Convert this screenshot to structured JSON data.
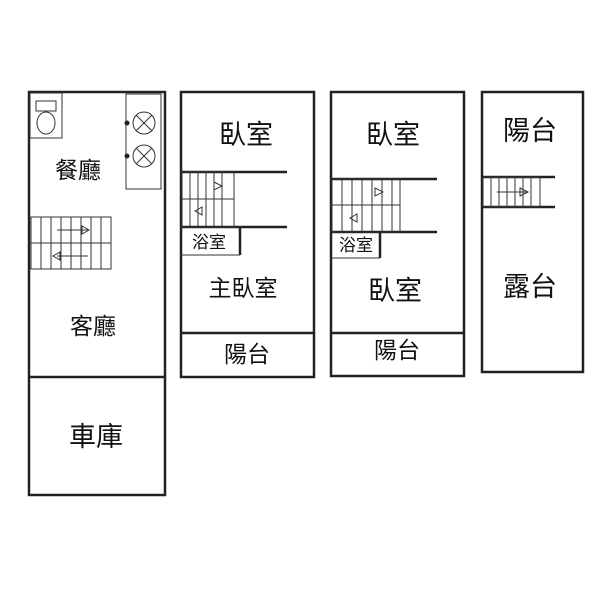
{
  "floor1": {
    "dining": "餐廳",
    "living": "客廳",
    "garage": "車庫"
  },
  "floor2": {
    "bedroom": "臥室",
    "bath": "浴室",
    "master_bedroom": "主臥室",
    "balcony": "陽台"
  },
  "floor3": {
    "bedroom_top": "臥室",
    "bath": "浴室",
    "bedroom_bottom": "臥室",
    "balcony": "陽台"
  },
  "floor4": {
    "balcony": "陽台",
    "terrace": "露台"
  },
  "icons": {
    "toilet": "toilet-icon",
    "stove": "stove-icon",
    "stairs": "stairs-icon"
  }
}
